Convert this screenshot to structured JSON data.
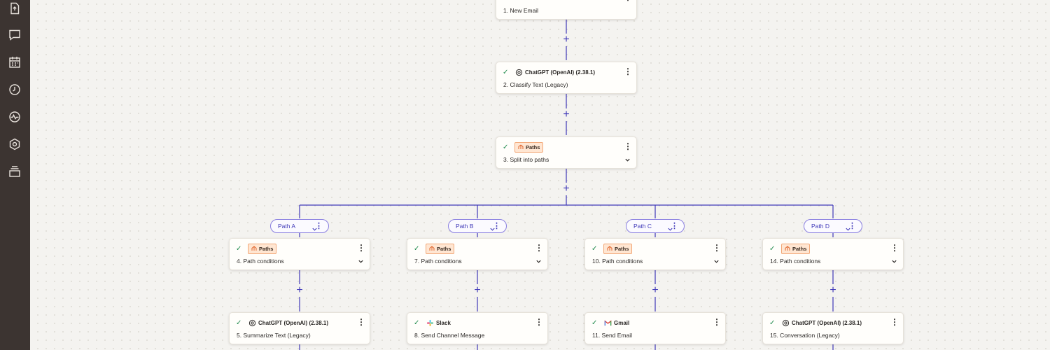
{
  "sidebar": {
    "icons": [
      {
        "name": "publish-file-icon"
      },
      {
        "name": "comment-icon"
      },
      {
        "name": "calendar-icon"
      },
      {
        "name": "history-icon"
      },
      {
        "name": "activity-icon"
      },
      {
        "name": "settings-icon"
      },
      {
        "name": "versions-icon"
      }
    ]
  },
  "colors": {
    "connector": "#3f38b8",
    "check": "#1f8a4c",
    "paths_chip_bg": "#ffe6d2",
    "sidebar_bg": "#3c3431"
  },
  "steps": {
    "s1": {
      "title": "1. New Email"
    },
    "s2": {
      "app": "ChatGPT (OpenAI) (2.38.1)",
      "title": "2. Classify Text (Legacy)"
    },
    "s3": {
      "app": "Paths",
      "title": "3. Split into paths"
    },
    "s4": {
      "app": "Paths",
      "title": "4. Path conditions"
    },
    "s7": {
      "app": "Paths",
      "title": "7. Path conditions"
    },
    "s10": {
      "app": "Paths",
      "title": "10. Path conditions"
    },
    "s14": {
      "app": "Paths",
      "title": "14. Path conditions"
    },
    "s5": {
      "app": "ChatGPT (OpenAI) (2.38.1)",
      "title": "5. Summarize Text (Legacy)"
    },
    "s8": {
      "app": "Slack",
      "title": "8. Send Channel Message"
    },
    "s11": {
      "app": "Gmail",
      "title": "11. Send Email"
    },
    "s15": {
      "app": "ChatGPT (OpenAI) (2.38.1)",
      "title": "15. Conversation (Legacy)"
    }
  },
  "paths": {
    "a": {
      "label": "Path A"
    },
    "b": {
      "label": "Path B"
    },
    "c": {
      "label": "Path C"
    },
    "d": {
      "label": "Path D"
    }
  },
  "glyphs": {
    "check": "✓",
    "kebab": "⋮",
    "plus": "+"
  }
}
